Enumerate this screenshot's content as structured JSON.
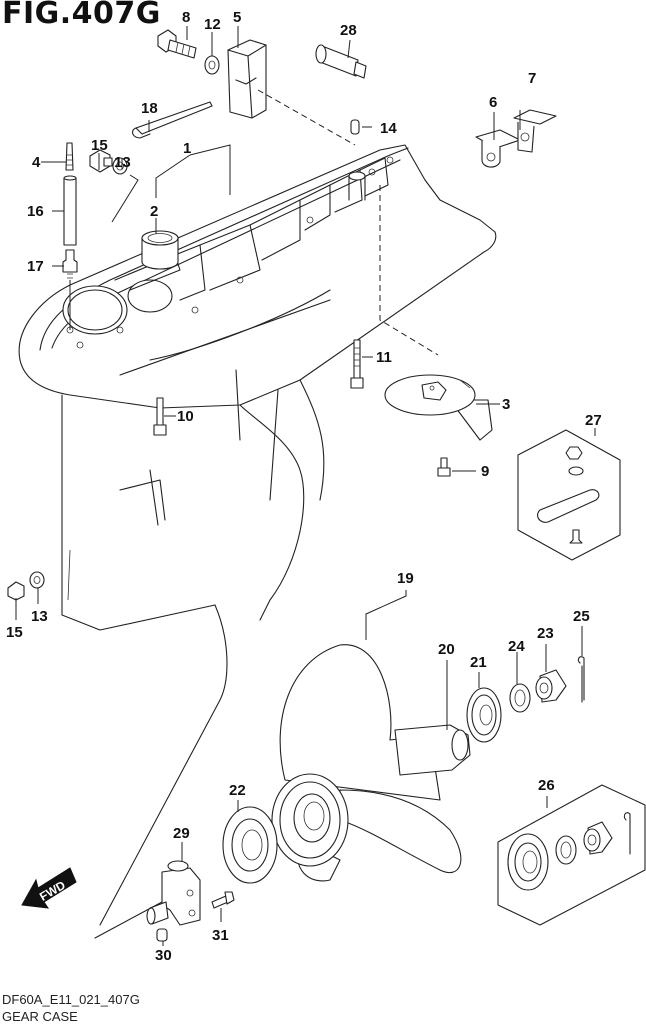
{
  "figure": {
    "title": "FIG.407G",
    "drawing_code": "DF60A_E11_021_407G",
    "section_name": "GEAR CASE",
    "direction_label": "FWD"
  },
  "callouts": [
    {
      "id": "c1",
      "number": "1",
      "part": "gear-case"
    },
    {
      "id": "c2",
      "number": "2",
      "part": "needle-bearing"
    },
    {
      "id": "c3",
      "number": "3",
      "part": "trim-tab-anode"
    },
    {
      "id": "c4",
      "number": "4",
      "part": "stud-bolt"
    },
    {
      "id": "c5",
      "number": "5",
      "part": "cover"
    },
    {
      "id": "c6",
      "number": "6",
      "part": "bracket"
    },
    {
      "id": "c7",
      "number": "7",
      "part": "bracket"
    },
    {
      "id": "c8",
      "number": "8",
      "part": "bolt"
    },
    {
      "id": "c9",
      "number": "9",
      "part": "bolt"
    },
    {
      "id": "c10",
      "number": "10",
      "part": "bolt"
    },
    {
      "id": "c11",
      "number": "11",
      "part": "bolt"
    },
    {
      "id": "c12",
      "number": "12",
      "part": "washer"
    },
    {
      "id": "c13a",
      "number": "13",
      "part": "gasket"
    },
    {
      "id": "c13b",
      "number": "13",
      "part": "gasket"
    },
    {
      "id": "c14",
      "number": "14",
      "part": "dowel-pin"
    },
    {
      "id": "c15a",
      "number": "15",
      "part": "drain-plug"
    },
    {
      "id": "c15b",
      "number": "15",
      "part": "drain-plug"
    },
    {
      "id": "c16",
      "number": "16",
      "part": "pipe"
    },
    {
      "id": "c17",
      "number": "17",
      "part": "nipple"
    },
    {
      "id": "c18",
      "number": "18",
      "part": "clamp"
    },
    {
      "id": "c19",
      "number": "19",
      "part": "propeller-set"
    },
    {
      "id": "c20",
      "number": "20",
      "part": "propeller"
    },
    {
      "id": "c21",
      "number": "21",
      "part": "spacer"
    },
    {
      "id": "c22",
      "number": "22",
      "part": "stopper"
    },
    {
      "id": "c23",
      "number": "23",
      "part": "propeller-nut"
    },
    {
      "id": "c24",
      "number": "24",
      "part": "washer"
    },
    {
      "id": "c25",
      "number": "25",
      "part": "cotter-pin"
    },
    {
      "id": "c26",
      "number": "26",
      "part": "propeller-fitting-kit"
    },
    {
      "id": "c27",
      "number": "27",
      "part": "anode-kit"
    },
    {
      "id": "c28",
      "number": "28",
      "part": "grommet"
    },
    {
      "id": "c29",
      "number": "29",
      "part": "speedometer-pickup"
    },
    {
      "id": "c30",
      "number": "30",
      "part": "collar"
    },
    {
      "id": "c31",
      "number": "31",
      "part": "bolt"
    }
  ]
}
